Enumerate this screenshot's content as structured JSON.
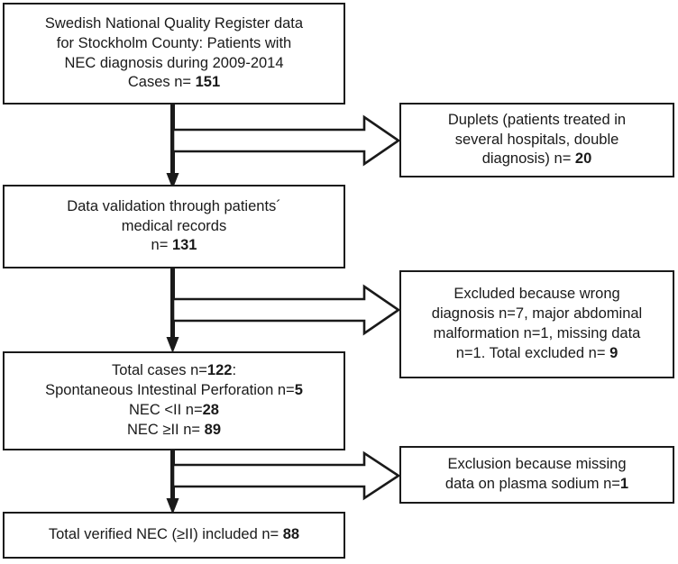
{
  "diagram": {
    "type": "flowchart",
    "title": "Patient selection flow chart (CONSORT-style)",
    "orientation": "vertical-with-side-exclusions",
    "stroke_color": "#1a1a1a",
    "fill_color": "#ffffff"
  },
  "main_nodes": [
    {
      "id": "source-data",
      "lines": [
        "Swedish National Quality Register data",
        "for Stockholm County: Patients with",
        "NEC diagnosis during 2009-2014",
        "Cases n= "
      ],
      "value": "151"
    },
    {
      "id": "data-validation",
      "lines": [
        "Data validation through patients´",
        "medical records",
        "n= "
      ],
      "value": "131"
    },
    {
      "id": "total-cases",
      "lines": [
        "Total cases n=",
        "Spontaneous  Intestinal Perforation n=",
        "NEC <II n=",
        "NEC ≥II n= "
      ],
      "values": [
        "122",
        "5",
        "28",
        "89"
      ],
      "line_tail": [
        ":",
        "",
        "",
        ""
      ]
    },
    {
      "id": "final-included",
      "lines": [
        "Total verified NEC (≥II) included n= "
      ],
      "value": "88"
    }
  ],
  "exclusion_nodes": [
    {
      "id": "duplets",
      "lines": [
        "Duplets (patients treated in",
        "several hospitals, double",
        "diagnosis) n= "
      ],
      "value": "20"
    },
    {
      "id": "excluded-wrong-diagnosis",
      "lines": [
        "Excluded because wrong",
        "diagnosis n=7, major abdominal",
        "malformation n=1, missing data",
        "n=1. Total excluded  n= "
      ],
      "value": "9"
    },
    {
      "id": "excluded-missing-sodium",
      "lines": [
        "Exclusion because missing",
        "data on plasma sodium n="
      ],
      "value": "1"
    }
  ],
  "node_text": {
    "source_l1": "Swedish National Quality Register data",
    "source_l2": "for Stockholm County: Patients with",
    "source_l3": "NEC diagnosis during 2009-2014",
    "source_l4": "Cases n= ",
    "source_n": "151",
    "validation_l1": "Data validation through patients´",
    "validation_l2": "medical records",
    "validation_l3": "n= ",
    "validation_n": "131",
    "total_l1a": "Total cases n=",
    "total_n1": "122",
    "total_l1b": ":",
    "total_l2a": "Spontaneous  Intestinal Perforation n=",
    "total_n2": "5",
    "total_l3a": "NEC <II n=",
    "total_n3": "28",
    "total_l4a": "NEC ≥II n= ",
    "total_n4": "89",
    "final_l1": "Total verified NEC (≥II) included n= ",
    "final_n": "88",
    "dup_l1": "Duplets (patients treated in",
    "dup_l2": "several hospitals, double",
    "dup_l3": "diagnosis) n= ",
    "dup_n": "20",
    "exc_l1": "Excluded because wrong",
    "exc_l2": "diagnosis n=7, major abdominal",
    "exc_l3": "malformation n=1, missing data",
    "exc_l4": "n=1. Total excluded  n= ",
    "exc_n": "9",
    "sod_l1": "Exclusion because missing",
    "sod_l2a": "data on plasma sodium n=",
    "sod_n": "1"
  }
}
